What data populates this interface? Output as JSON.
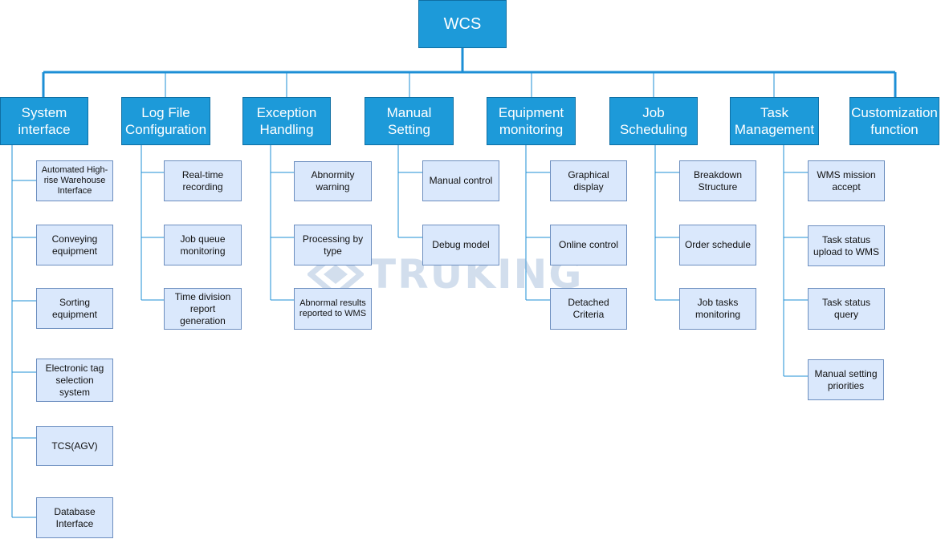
{
  "colors": {
    "primary": "#1d9ad9",
    "primary_border": "#0f6fa3",
    "leaf_fill": "#dae8fc",
    "leaf_border": "#6c8ebf",
    "connector": "#1d8fd6"
  },
  "watermark": {
    "text": "TRUKING",
    "icon": "truking-logo-icon"
  },
  "root": "WCS",
  "categories": [
    {
      "label": "System interface",
      "children": [
        "Automated High-rise Warehouse Interface",
        "Conveying equipment",
        "Sorting equipment",
        "Electronic tag selection system",
        "TCS(AGV)",
        "Database Interface"
      ]
    },
    {
      "label": "Log File Configuration",
      "children": [
        "Real-time recording",
        "Job queue monitoring",
        "Time division report generation"
      ]
    },
    {
      "label": "Exception Handling",
      "children": [
        "Abnormity warning",
        "Processing by type",
        "Abnormal results reported to WMS"
      ]
    },
    {
      "label": "Manual Setting",
      "children": [
        "Manual control",
        "Debug model"
      ]
    },
    {
      "label": "Equipment monitoring",
      "children": [
        "Graphical display",
        "Online control",
        "Detached Criteria"
      ]
    },
    {
      "label": "Job Scheduling",
      "children": [
        "Breakdown Structure",
        "Order schedule",
        "Job tasks monitoring"
      ]
    },
    {
      "label": "Task Management",
      "children": [
        "WMS mission accept",
        "Task status upload to WMS",
        "Task status query",
        "Manual setting priorities"
      ]
    },
    {
      "label": "Customization function",
      "children": []
    }
  ]
}
